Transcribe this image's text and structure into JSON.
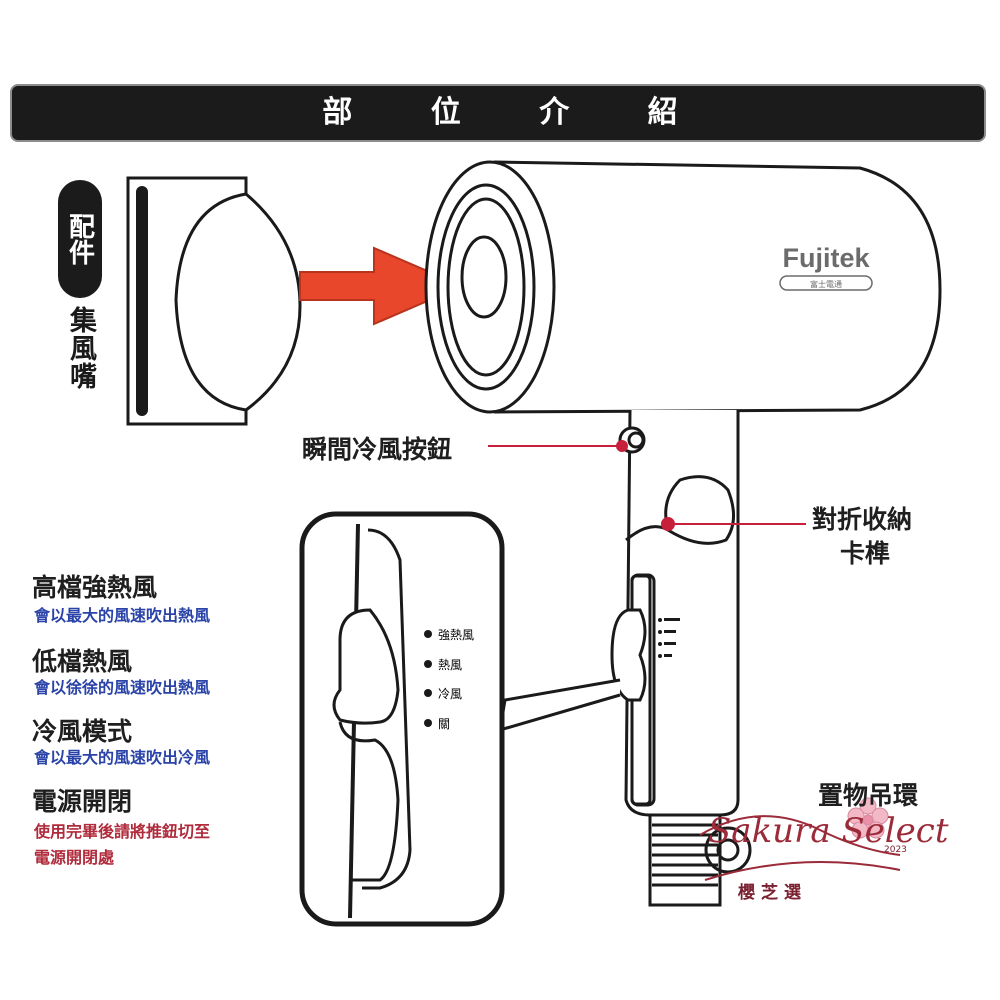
{
  "title": "部 位 介 紹",
  "accessory": {
    "tag": "配件",
    "name": "集風嘴"
  },
  "brand": {
    "name": "Fujitek",
    "sub": "富士電通"
  },
  "callouts": {
    "cool_shot_button": "瞬間冷風按鈕",
    "fold_latch_line1": "對折收納",
    "fold_latch_line2": "卡榫",
    "hanging_loop": "置物吊環"
  },
  "switch_positions": [
    "強熱風",
    "熱風",
    "冷風",
    "關"
  ],
  "modes": [
    {
      "title": "高檔強熱風",
      "desc": "會以最大的風速吹出熱風"
    },
    {
      "title": "低檔熱風",
      "desc": "會以徐徐的風速吹出熱風"
    },
    {
      "title": "冷風模式",
      "desc": "會以最大的風速吹出冷風"
    },
    {
      "title": "電源開閉",
      "desc_line1": "使用完畢後請將推鈕切至",
      "desc_line2": "電源開閉處"
    }
  ],
  "watermark": {
    "script": "Sakura Select",
    "cjk": "櫻芝選",
    "year": "2023"
  },
  "colors": {
    "title_bar": "#1b1b1b",
    "arrow": "#e8472c",
    "callout_line": "#c8203a",
    "mode_desc_blue": "#2a43a8",
    "mode_desc_red": "#b02b3b",
    "watermark": "#9c2b3a"
  }
}
